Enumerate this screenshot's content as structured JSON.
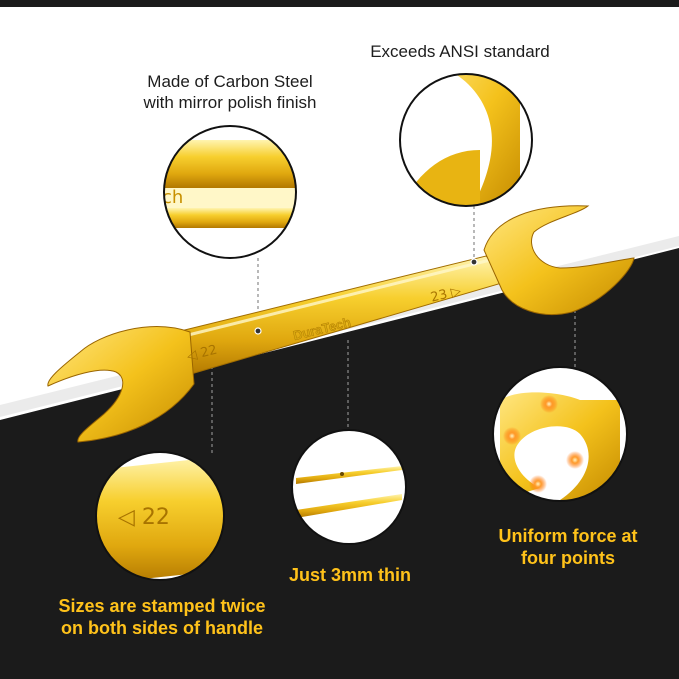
{
  "brand": {
    "wrench_logo": "DuraTech",
    "stamp_small_end": "22",
    "stamp_large_end": "23",
    "stamp_partial": "ch"
  },
  "callouts": {
    "material": {
      "line1": "Made of Carbon Steel",
      "line2": "with mirror polish finish"
    },
    "standard": {
      "line1": "Exceeds ANSI standard"
    },
    "thickness": {
      "line1": "Just 3mm thin"
    },
    "force": {
      "line1": "Uniform force at",
      "line2": "four points"
    },
    "sizes": {
      "line1": "Sizes are stamped twice",
      "line2": "on both sides of handle"
    }
  },
  "colors": {
    "background_top": "#ffffff",
    "background_band": "#1b1b1b",
    "gold_light": "#fff0a0",
    "gold": "#f2c21d",
    "gold_dark": "#b57a00",
    "label_dark": "#1d1d1d",
    "label_gold": "#ffc21a",
    "force_glow": "#ff7a1a"
  }
}
